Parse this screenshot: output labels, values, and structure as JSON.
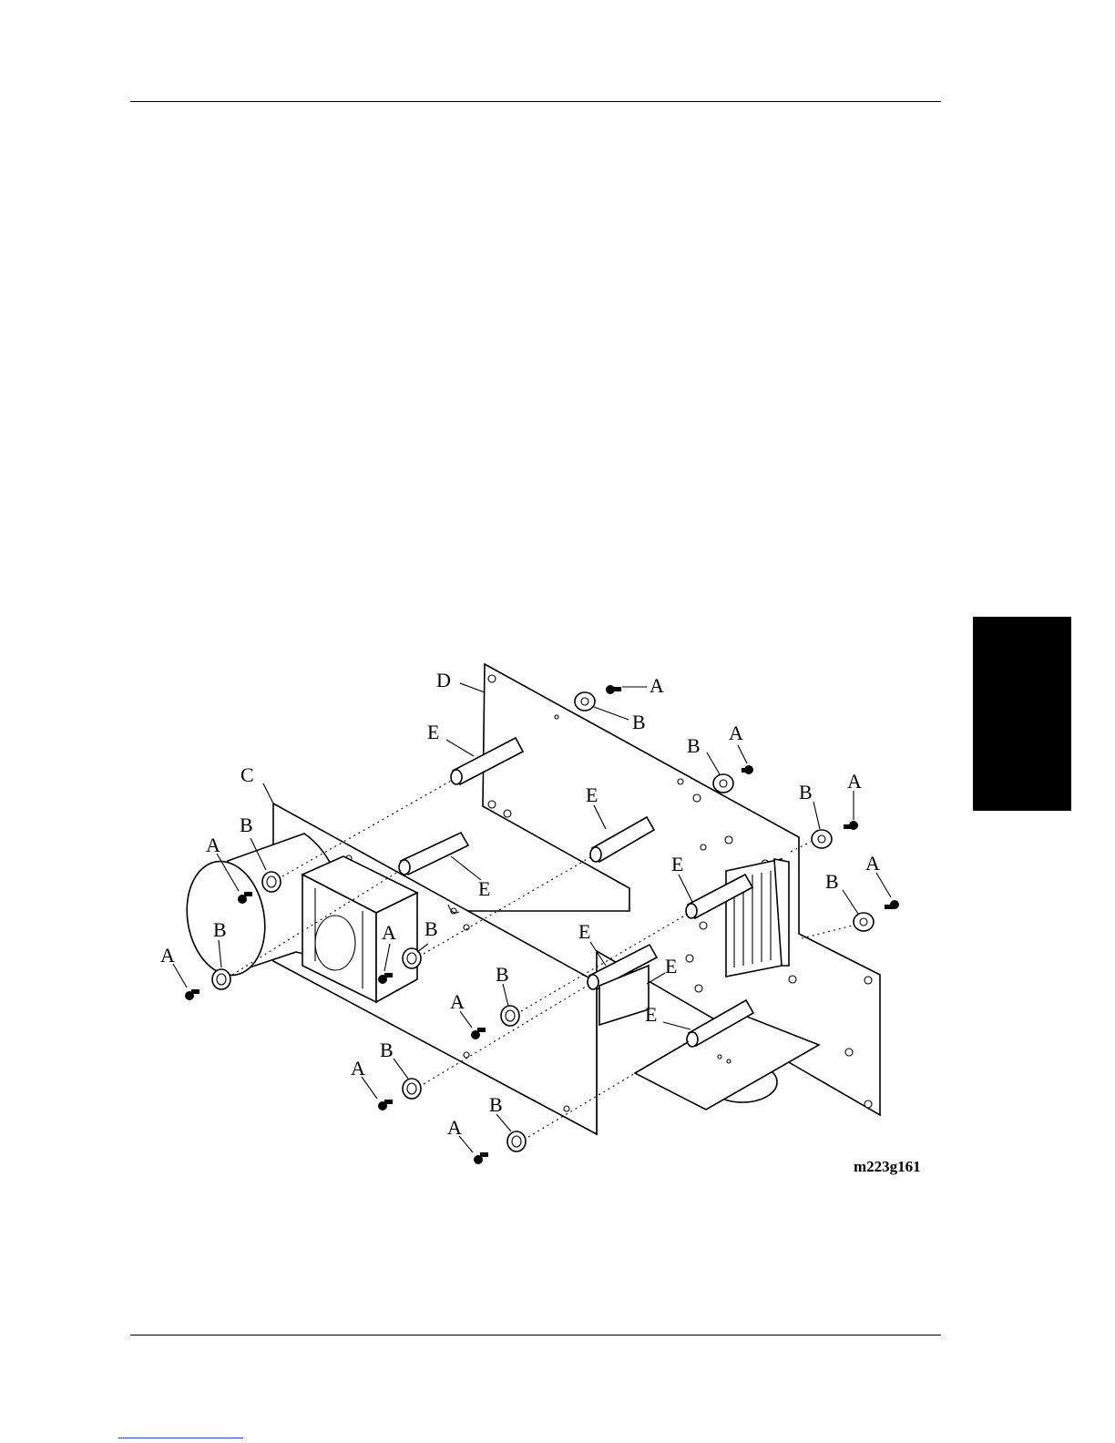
{
  "diagram": {
    "figure_ref": "m223g161",
    "callouts": {
      "A": "A",
      "B": "B",
      "C": "C",
      "D": "D",
      "E": "E"
    }
  }
}
